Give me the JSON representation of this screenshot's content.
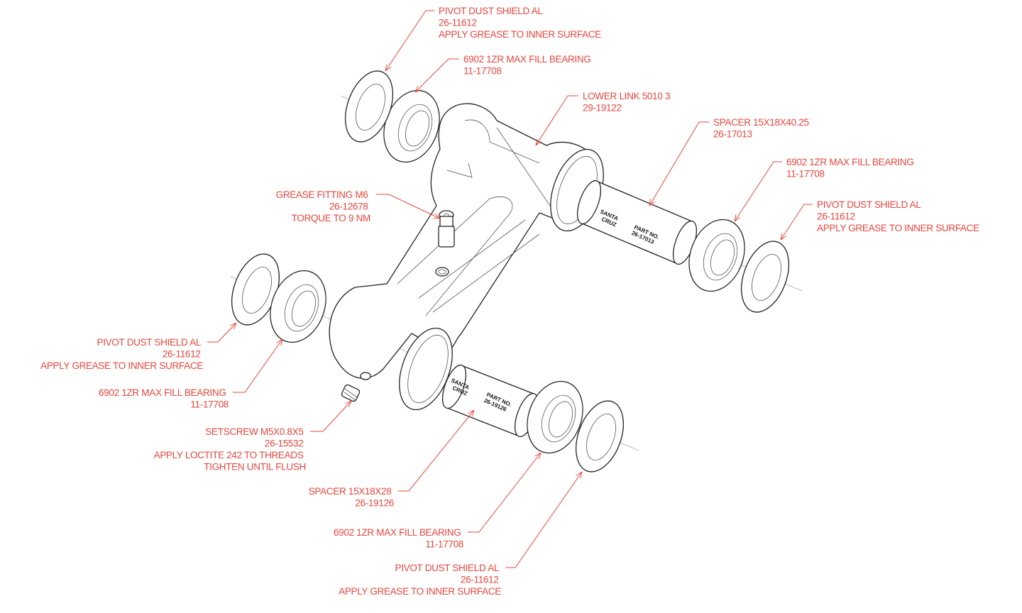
{
  "callouts": {
    "dust_shield_top": {
      "name": "PIVOT DUST SHIELD AL",
      "part": "26-11612",
      "note": "APPLY GREASE TO INNER SURFACE"
    },
    "bearing_top": {
      "name": "6902 1ZR MAX FILL BEARING",
      "part": "11-17708"
    },
    "lower_link": {
      "name": "LOWER LINK 5010 3",
      "part": "29-19122"
    },
    "spacer_long": {
      "name": "SPACER 15X18X40.25",
      "part": "26-17013"
    },
    "bearing_right": {
      "name": "6902 1ZR MAX FILL BEARING",
      "part": "11-17708"
    },
    "dust_shield_right": {
      "name": "PIVOT DUST SHIELD AL",
      "part": "26-11612",
      "note": "APPLY GREASE TO INNER SURFACE"
    },
    "grease_fitting": {
      "name": "GREASE FITTING M6",
      "part": "26-12678",
      "note": "TORQUE TO 9 NM"
    },
    "dust_shield_left": {
      "name": "PIVOT DUST SHIELD AL",
      "part": "26-11612",
      "note": "APPLY GREASE TO INNER SURFACE"
    },
    "bearing_left": {
      "name": "6902 1ZR MAX FILL BEARING",
      "part": "11-17708"
    },
    "setscrew": {
      "name": "SETSCREW M5X0.8X5",
      "part": "26-15532",
      "note": "APPLY LOCTITE 242 TO THREADS",
      "note2": "TIGHTEN UNTIL FLUSH"
    },
    "spacer_short": {
      "name": "SPACER 15X18X28",
      "part": "26-19126"
    },
    "bearing_bottom": {
      "name": "6902 1ZR MAX FILL BEARING",
      "part": "11-17708"
    },
    "dust_shield_bottom": {
      "name": "PIVOT DUST SHIELD AL",
      "part": "26-11612",
      "note": "APPLY GREASE TO INNER SURFACE"
    }
  },
  "part_markings": {
    "brand_line1": "SANTA",
    "brand_line2": "CRUZ",
    "part_no_label": "PART NO.",
    "spacer_long_no": "26-17013",
    "spacer_short_no": "26-19126"
  },
  "colors": {
    "callout": "#e8453c",
    "line": "#222222"
  }
}
